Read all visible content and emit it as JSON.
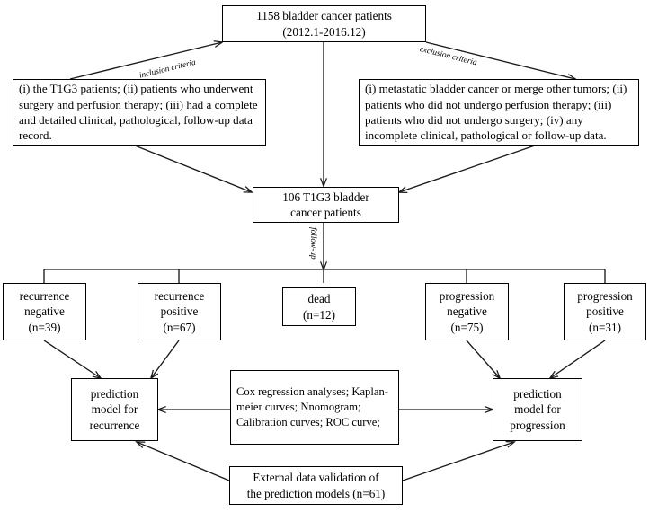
{
  "diagram": {
    "title_box": {
      "line1": "1158 bladder cancer patients",
      "line2": "(2012.1-2016.12)"
    },
    "inclusion_box": {
      "line1": "(i) the T1G3 patients; (ii) patients who",
      "line2": "underwent surgery and perfusion therapy;",
      "line3": "(iii) had a complete and detailed clinical,",
      "line4": "pathological, follow-up data record."
    },
    "exclusion_box": {
      "line1": "(i) metastatic bladder cancer or merge other tumors;",
      "line2": "(ii) patients who did not undergo perfusion therapy;",
      "line3": "(iii) patients who did not undergo surgery; (iv) any",
      "line4": "incomplete clinical, pathological or follow-up data."
    },
    "cohort_box": {
      "line1": "106 T1G3 bladder",
      "line2": "cancer patients"
    },
    "edge_labels": {
      "inclusion": "inclusion criteria",
      "exclusion": "exclusion criteria",
      "followup": "follow-up"
    },
    "outcomes": [
      {
        "line1": "recurrence",
        "line2": "negative",
        "line3": "(n=39)"
      },
      {
        "line1": "recurrence",
        "line2": "positive",
        "line3": "(n=67)"
      },
      {
        "line1": "dead",
        "line2": "(n=12)",
        "line3": ""
      },
      {
        "line1": "progression",
        "line2": "negative",
        "line3": "(n=75)"
      },
      {
        "line1": "progression",
        "line2": "positive",
        "line3": "(n=31)"
      }
    ],
    "recurrence_model": {
      "line1": "prediction",
      "line2": "model for",
      "line3": "recurrence"
    },
    "progression_model": {
      "line1": "prediction",
      "line2": "model for",
      "line3": "progression"
    },
    "methods_box": {
      "line1": "Cox regression analyses;",
      "line2": "Kaplan-meier curves;",
      "line3": "Nnomogram; Calibration",
      "line4": "curves; ROC curve;"
    },
    "validation_box": {
      "line1": "External data validation of",
      "line2": "the prediction models (n=61)"
    },
    "colors": {
      "line": "#1a1a1a",
      "box_border": "#000000",
      "background": "#ffffff",
      "text": "#000000"
    }
  }
}
